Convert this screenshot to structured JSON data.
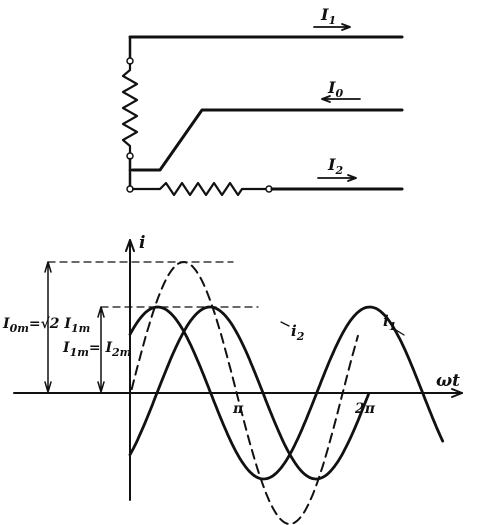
{
  "circuit": {
    "current_top": "I",
    "current_top_sub": "1",
    "current_mid": "I",
    "current_mid_sub": "0",
    "current_bottom": "I",
    "current_bottom_sub": "2"
  },
  "graph": {
    "y_axis_label": "i",
    "x_axis_label": "ωt",
    "tick_pi": "π",
    "tick_2pi": "2π",
    "amp_label_main": "I",
    "amp_label_main_sub": "0m",
    "amp_label_main_eq": "=√2 I",
    "amp_label_main_eq_sub": "1m",
    "amp_label_small": "I",
    "amp_label_small_sub": "1m",
    "amp_label_small_eq": "= I",
    "amp_label_small_eq_sub": "2m",
    "curve_i1": "i",
    "curve_i1_sub": "1",
    "curve_i2": "i",
    "curve_i2_sub": "2"
  }
}
